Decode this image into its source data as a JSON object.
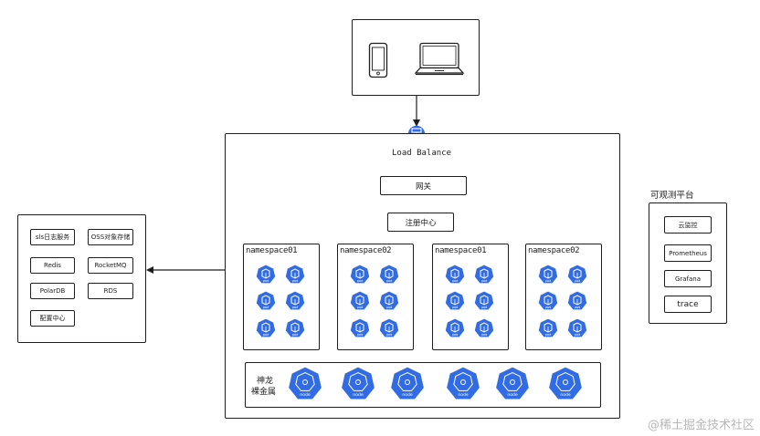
{
  "devices_box": {
    "icons": [
      "smartphone-icon",
      "laptop-icon"
    ]
  },
  "load_balance": {
    "label": "Load Balance",
    "icon": "load-balancer-icon"
  },
  "cluster": {
    "gateway_label": "网关",
    "registry_label": "注册中心",
    "namespaces": [
      {
        "name": "namespace01",
        "pod_count": 6,
        "pod_label": "pod"
      },
      {
        "name": "namespace02",
        "pod_count": 6,
        "pod_label": "pod"
      },
      {
        "name": "namespace01",
        "pod_count": 6,
        "pod_label": "pod"
      },
      {
        "name": "namespace02",
        "pod_count": 6,
        "pod_label": "pod"
      }
    ],
    "baremetal": {
      "label_line1": "神龙",
      "label_line2": "裸金属",
      "node_count": 6,
      "node_label": "node"
    }
  },
  "services": {
    "items": [
      "sls日志服务",
      "OSS对象存储",
      "Redis",
      "RocketMQ",
      "PolarDB",
      "RDS",
      "配置中心"
    ]
  },
  "observability": {
    "title": "可观测平台",
    "items": [
      "云监控",
      "Prometheus",
      "Grafana",
      "trace"
    ]
  },
  "watermark": "@稀土掘金技术社区",
  "colors": {
    "k8s_blue": "#326ce5",
    "stroke": "#1e1e1e"
  }
}
